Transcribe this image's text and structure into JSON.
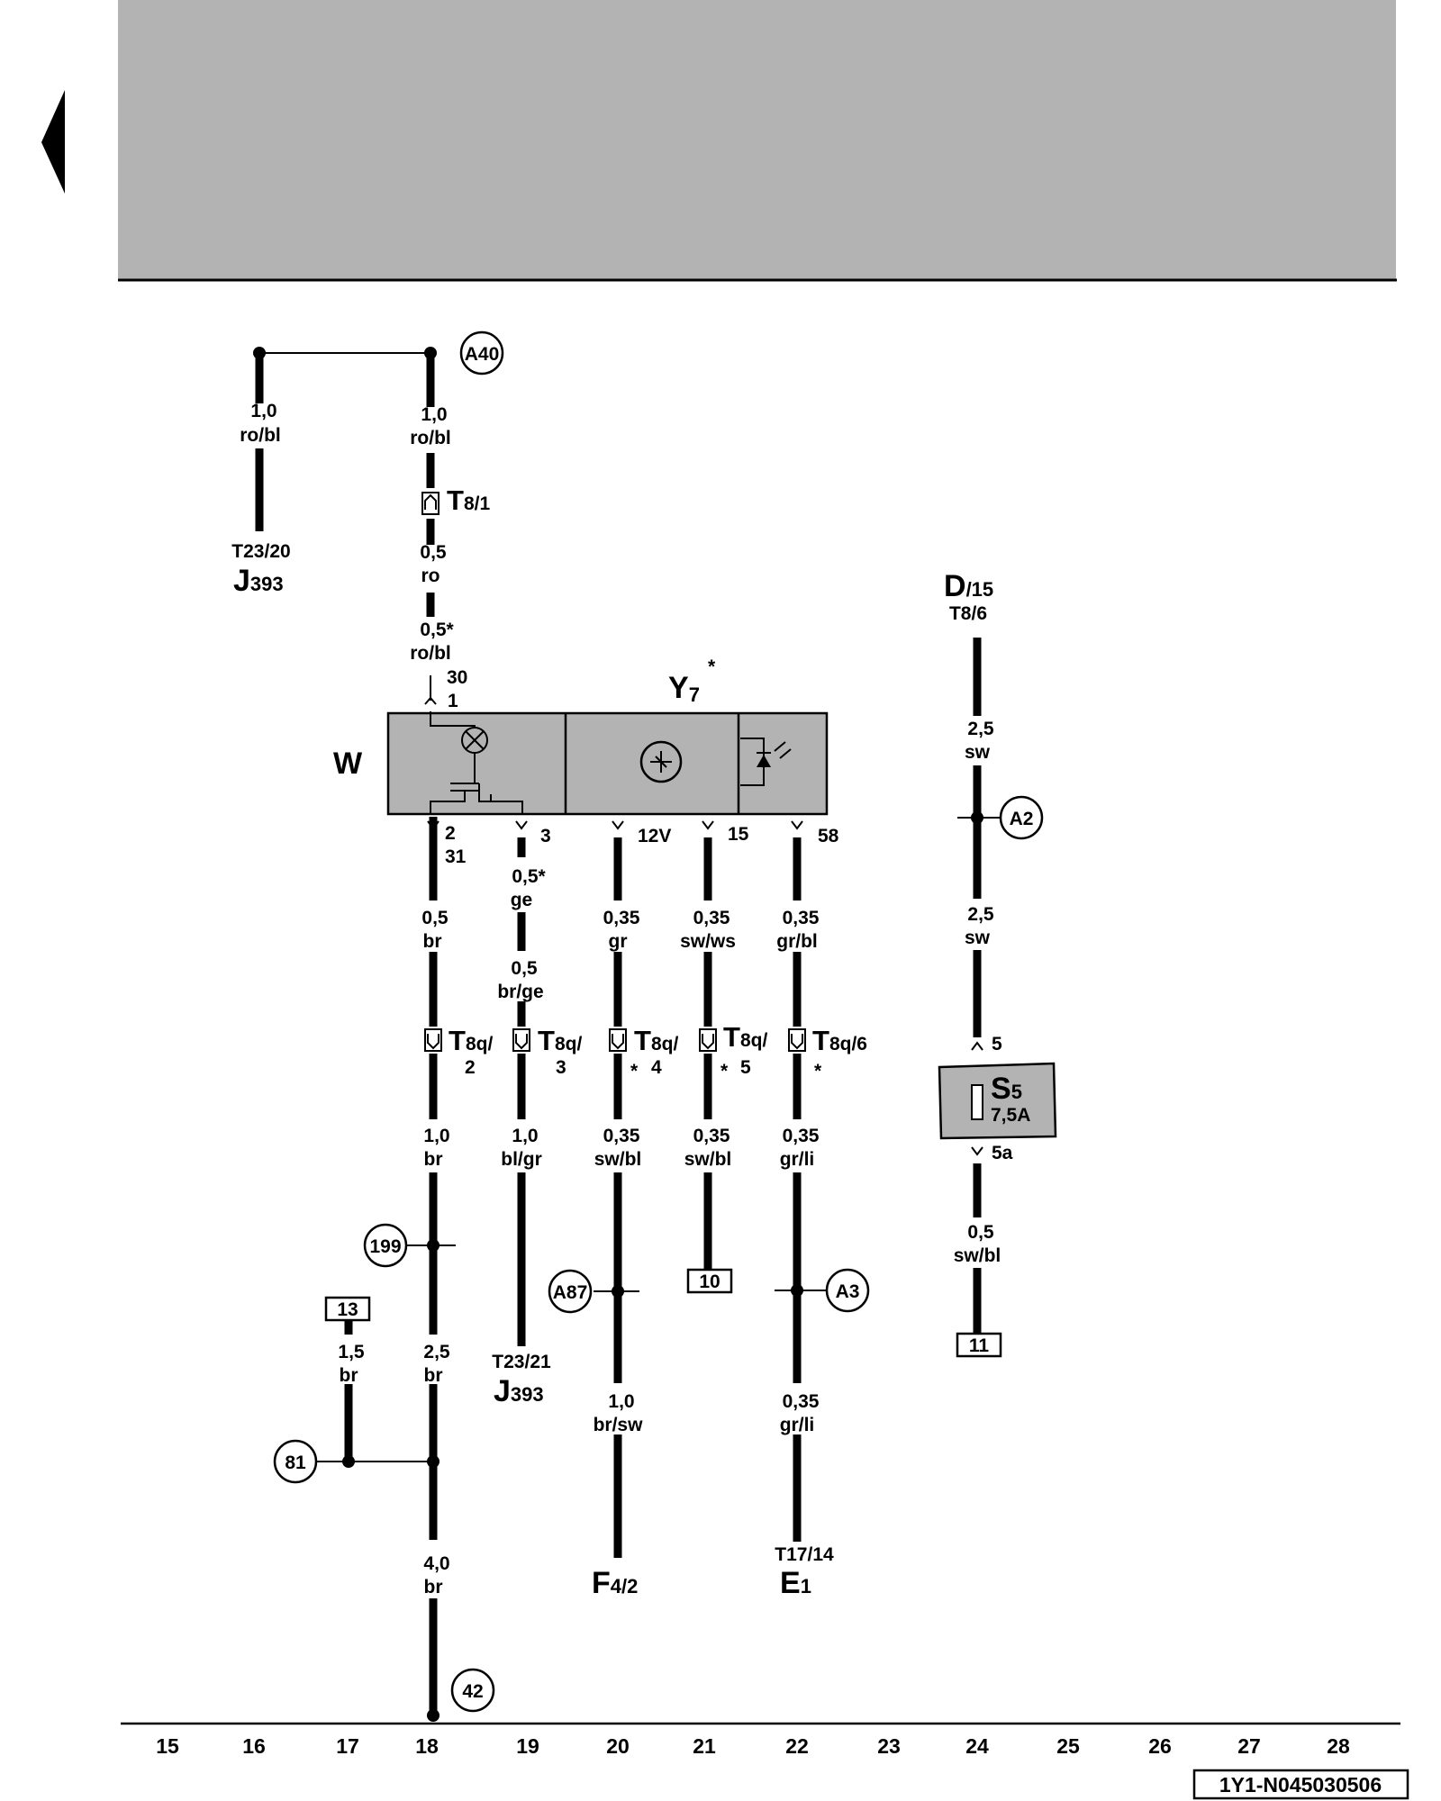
{
  "page": {
    "doc_number": "1Y1-N045030506"
  },
  "grid_numbers": [
    "15",
    "16",
    "17",
    "18",
    "19",
    "20",
    "21",
    "22",
    "23",
    "24",
    "25",
    "26",
    "27",
    "28"
  ],
  "components": {
    "w": "W",
    "y7": "Y",
    "y7_sub": "7",
    "y7_star": "*",
    "s5": "S",
    "s5_sub": "5",
    "s5_rating": "7,5A",
    "d_main": "D",
    "d_sub": "/15",
    "d_conn": "T8/6",
    "j393_a_conn": "T23/20",
    "j393_a_main": "J",
    "j393_a_sub": "393",
    "j393_b_conn": "T23/21",
    "j393_b_main": "J",
    "j393_b_sub": "393",
    "f4_main": "F",
    "f4_sub": "4/2",
    "e1_conn": "T17/14",
    "e1_main": "E",
    "e1_sub": "1"
  },
  "connectors": {
    "t8_1_main": "T",
    "t8_1_sub": "8/1",
    "t8q2_main": "T",
    "t8q2_sub": "8q/",
    "t8q2_pin": "2",
    "t8q3_main": "T",
    "t8q3_sub": "8q/",
    "t8q3_pin": "3",
    "t8q4_main": "T",
    "t8q4_sub": "8q/",
    "t8q4_pin": "4",
    "t8q4_star": "*",
    "t8q5_main": "T",
    "t8q5_sub": "8q/",
    "t8q5_pin": "5",
    "t8q5_star": "*",
    "t8q6_main": "T",
    "t8q6_sub": "8q/6",
    "t8q6_star": "*"
  },
  "pins": {
    "p30": "30",
    "p1": "1",
    "p2": "2",
    "p31": "31",
    "p3": "3",
    "p12v": "12V",
    "p15": "15",
    "p58": "58",
    "s5_in": "5",
    "s5_out": "5a"
  },
  "refs": {
    "a40": "A40",
    "a2": "A2",
    "r199": "199",
    "a87": "A87",
    "a3": "A3",
    "r81": "81",
    "r42": "42"
  },
  "boxes": {
    "b13": "13",
    "b10": "10",
    "b11": "11"
  },
  "wires": {
    "w1_size": "1,0",
    "w1_color": "ro/bl",
    "w2_size": "1,0",
    "w2_color": "ro/bl",
    "w3_size": "0,5",
    "w3_color": "ro",
    "w4_size": "0,5*",
    "w4_color": "ro/bl",
    "w5_size": "0,5*",
    "w5_color": "ge",
    "w6_size": "0,5",
    "w6_color": "br",
    "w7_size": "0,5",
    "w7_color": "br/ge",
    "w8_size": "0,35",
    "w8_color": "gr",
    "w9_size": "0,35",
    "w9_color": "sw/ws",
    "w10_size": "0,35",
    "w10_color": "gr/bl",
    "w11_size": "1,0",
    "w11_color": "br",
    "w12_size": "1,0",
    "w12_color": "bl/gr",
    "w13_size": "0,35",
    "w13_color": "sw/bl",
    "w14_size": "0,35",
    "w14_color": "sw/bl",
    "w15_size": "0,35",
    "w15_color": "gr/li",
    "w16_size": "1,5",
    "w16_color": "br",
    "w17_size": "2,5",
    "w17_color": "br",
    "w18_size": "1,0",
    "w18_color": "br/sw",
    "w19_size": "0,35",
    "w19_color": "gr/li",
    "w20_size": "4,0",
    "w20_color": "br",
    "w21_size": "2,5",
    "w21_color": "sw",
    "w22_size": "2,5",
    "w22_color": "sw",
    "w23_size": "0,5",
    "w23_color": "sw/bl"
  }
}
